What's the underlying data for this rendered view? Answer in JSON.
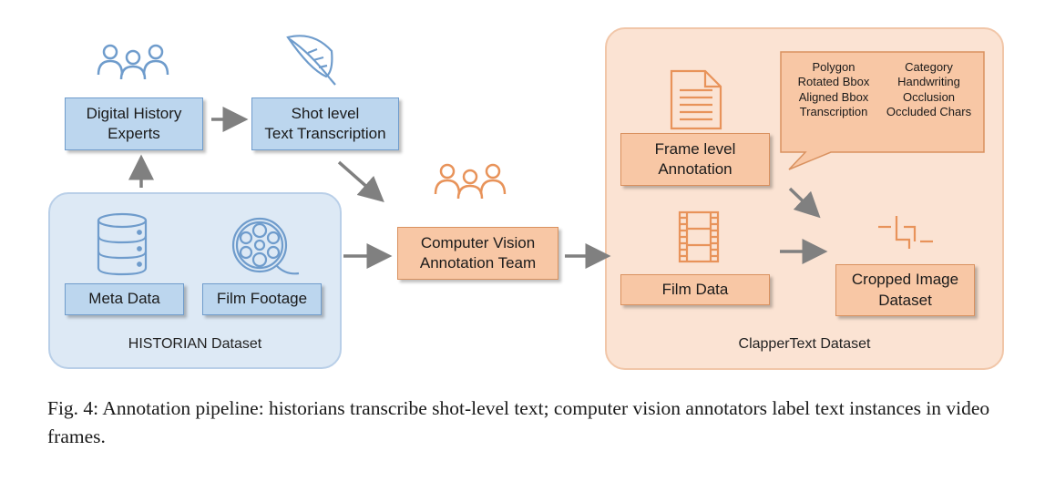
{
  "nodes": {
    "digital_history_experts": "Digital History\nExperts",
    "shot_level_transcription": "Shot level\nText Transcription",
    "meta_data": "Meta Data",
    "film_footage": "Film Footage",
    "cv_annotation_team": "Computer Vision\nAnnotation Team",
    "frame_level_annotation": "Frame level\nAnnotation",
    "film_data": "Film Data",
    "cropped_image_dataset": "Cropped Image\nDataset"
  },
  "regions": {
    "historian": "HISTORIAN Dataset",
    "clappertext": "ClapperText Dataset"
  },
  "callout": {
    "left_column": [
      "Polygon",
      "Rotated Bbox",
      "Aligned Bbox",
      "Transcription"
    ],
    "right_column": [
      "Category",
      "Handwriting",
      "Occlusion",
      "Occluded Chars"
    ]
  },
  "icons": {
    "experts": "people-icon",
    "transcription": "quill-icon",
    "team": "people-icon",
    "meta_data": "database-icon",
    "film_footage": "film-reel-icon",
    "frame_annotation": "document-icon",
    "film_data": "film-strip-icon",
    "cropped": "crop-icon"
  },
  "colors": {
    "blue": "#6f9ccc",
    "orange": "#e8935a",
    "arrow": "#808080"
  },
  "caption": "Fig. 4: Annotation pipeline: historians transcribe shot-level text; computer vision annotators label text instances in video frames."
}
